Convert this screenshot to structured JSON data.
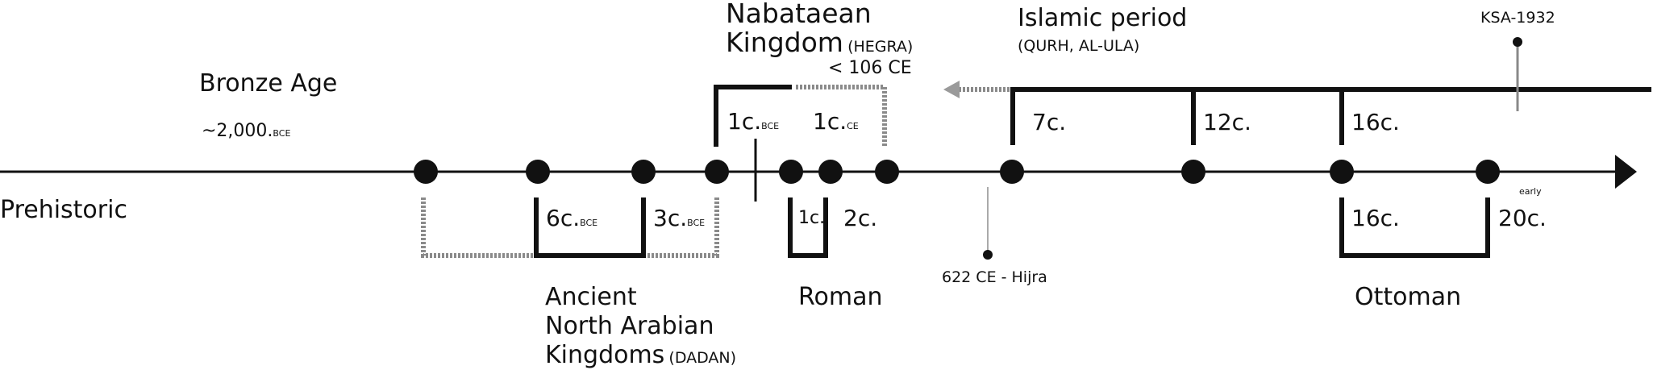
{
  "periods": {
    "prehistoric": "Prehistoric",
    "bronze_age": "Bronze Age",
    "bronze_date": "~2,000.",
    "bronze_date_suffix": "BCE",
    "nabataean_title": "Nabataean",
    "nabataean_kingdom": "Kingdom",
    "nabataean_site": "(HEGRA)",
    "nabataean_date": "< 106 CE",
    "islamic_title": "Islamic period",
    "islamic_sites": "(QURH, AL-ULA)",
    "ksa": "KSA-1932",
    "hijra": "622 CE - Hijra",
    "ancient_line1": "Ancient",
    "ancient_line2": "North Arabian",
    "ancient_line3": "Kingdoms",
    "ancient_site": "(DADAN)",
    "roman": "Roman",
    "ottoman": "Ottoman"
  },
  "markers": {
    "c1_bce": "1c.",
    "c1_bce_suffix": "BCE",
    "c1_ce": "1c.",
    "c1_ce_suffix": "CE",
    "c7": "7c.",
    "c12": "12c.",
    "c16_top": "16c.",
    "c6_bce": "6c.",
    "c6_bce_suffix": "BCE",
    "c3_bce": "3c.",
    "c3_bce_suffix": "BCE",
    "c1_roman": "1c.",
    "c2_roman": "2c.",
    "c16_bottom": "16c.",
    "early": "early",
    "c20": "20c."
  }
}
